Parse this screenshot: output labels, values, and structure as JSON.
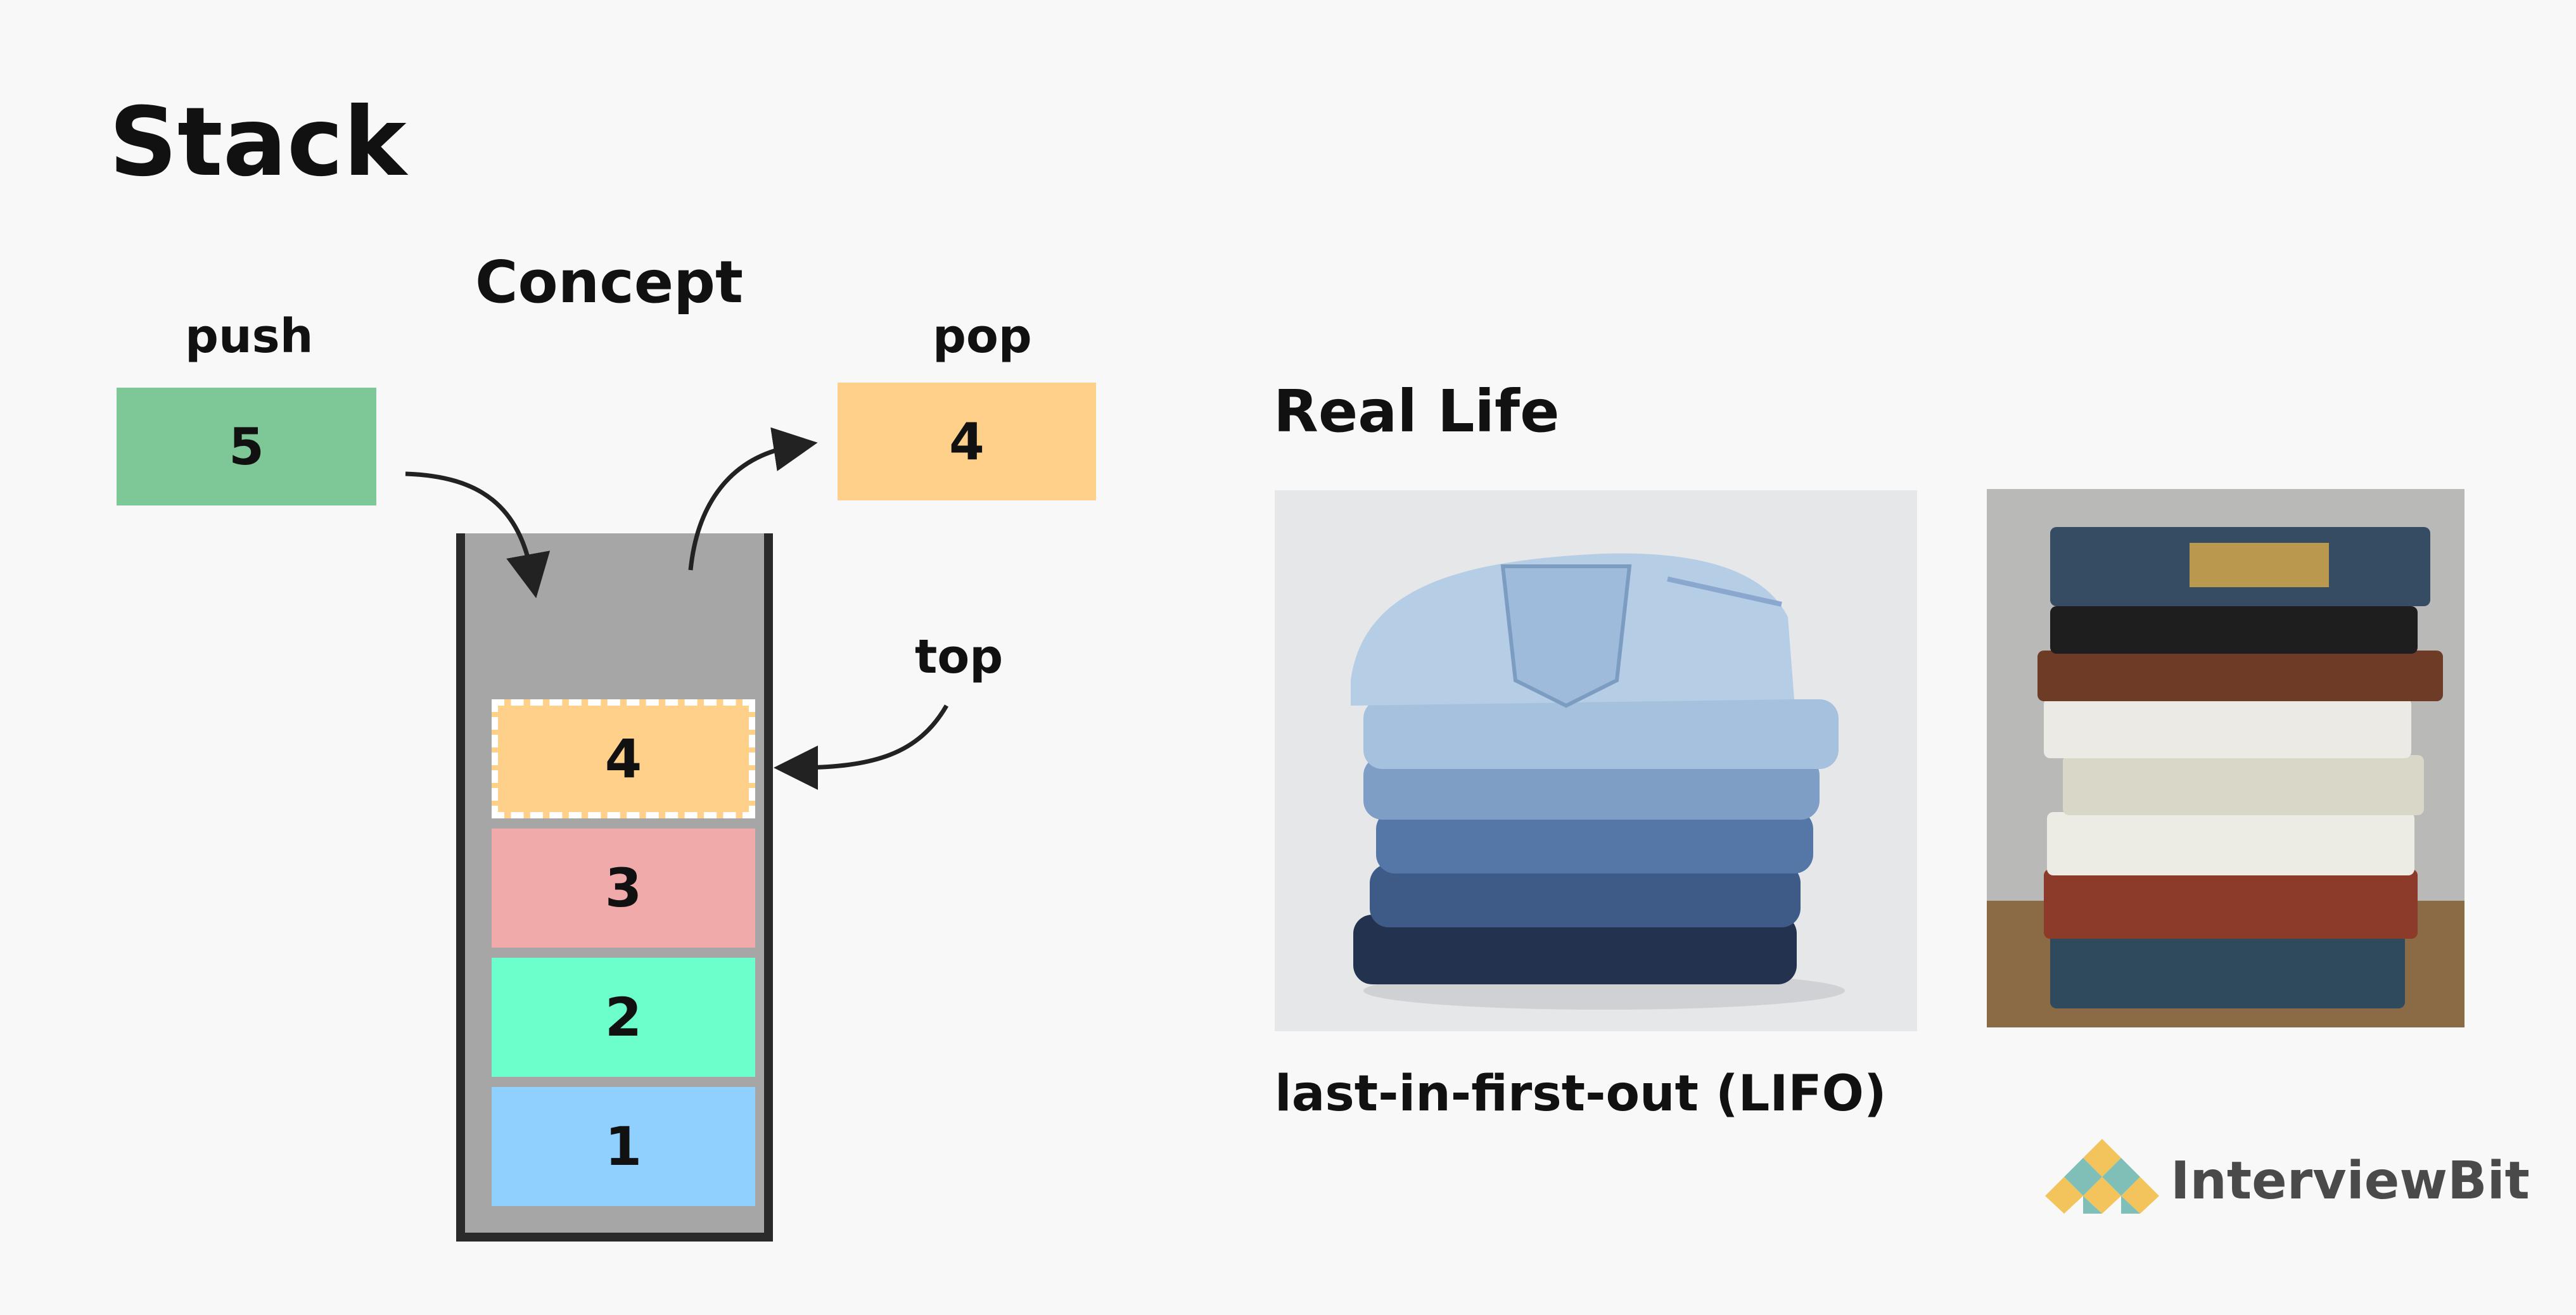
{
  "title": "Stack",
  "concept": {
    "heading": "Concept",
    "push_label": "push",
    "push_value": "5",
    "pop_label": "pop",
    "pop_value": "4",
    "top_label": "top",
    "stack_items": [
      {
        "value": "4",
        "color": "#ffd08a"
      },
      {
        "value": "3",
        "color": "#f0aaaa"
      },
      {
        "value": "2",
        "color": "#6dffcb"
      },
      {
        "value": "1",
        "color": "#8fd0ff"
      }
    ]
  },
  "real_life": {
    "heading": "Real Life",
    "caption": "last-in-first-out (LIFO)"
  },
  "brand": {
    "name": "InterviewBit"
  },
  "colors": {
    "push_box": "#7ec898",
    "pop_box": "#ffd08a",
    "stack_bg": "#a6a6a6",
    "stack_border": "#2a2a2a"
  }
}
